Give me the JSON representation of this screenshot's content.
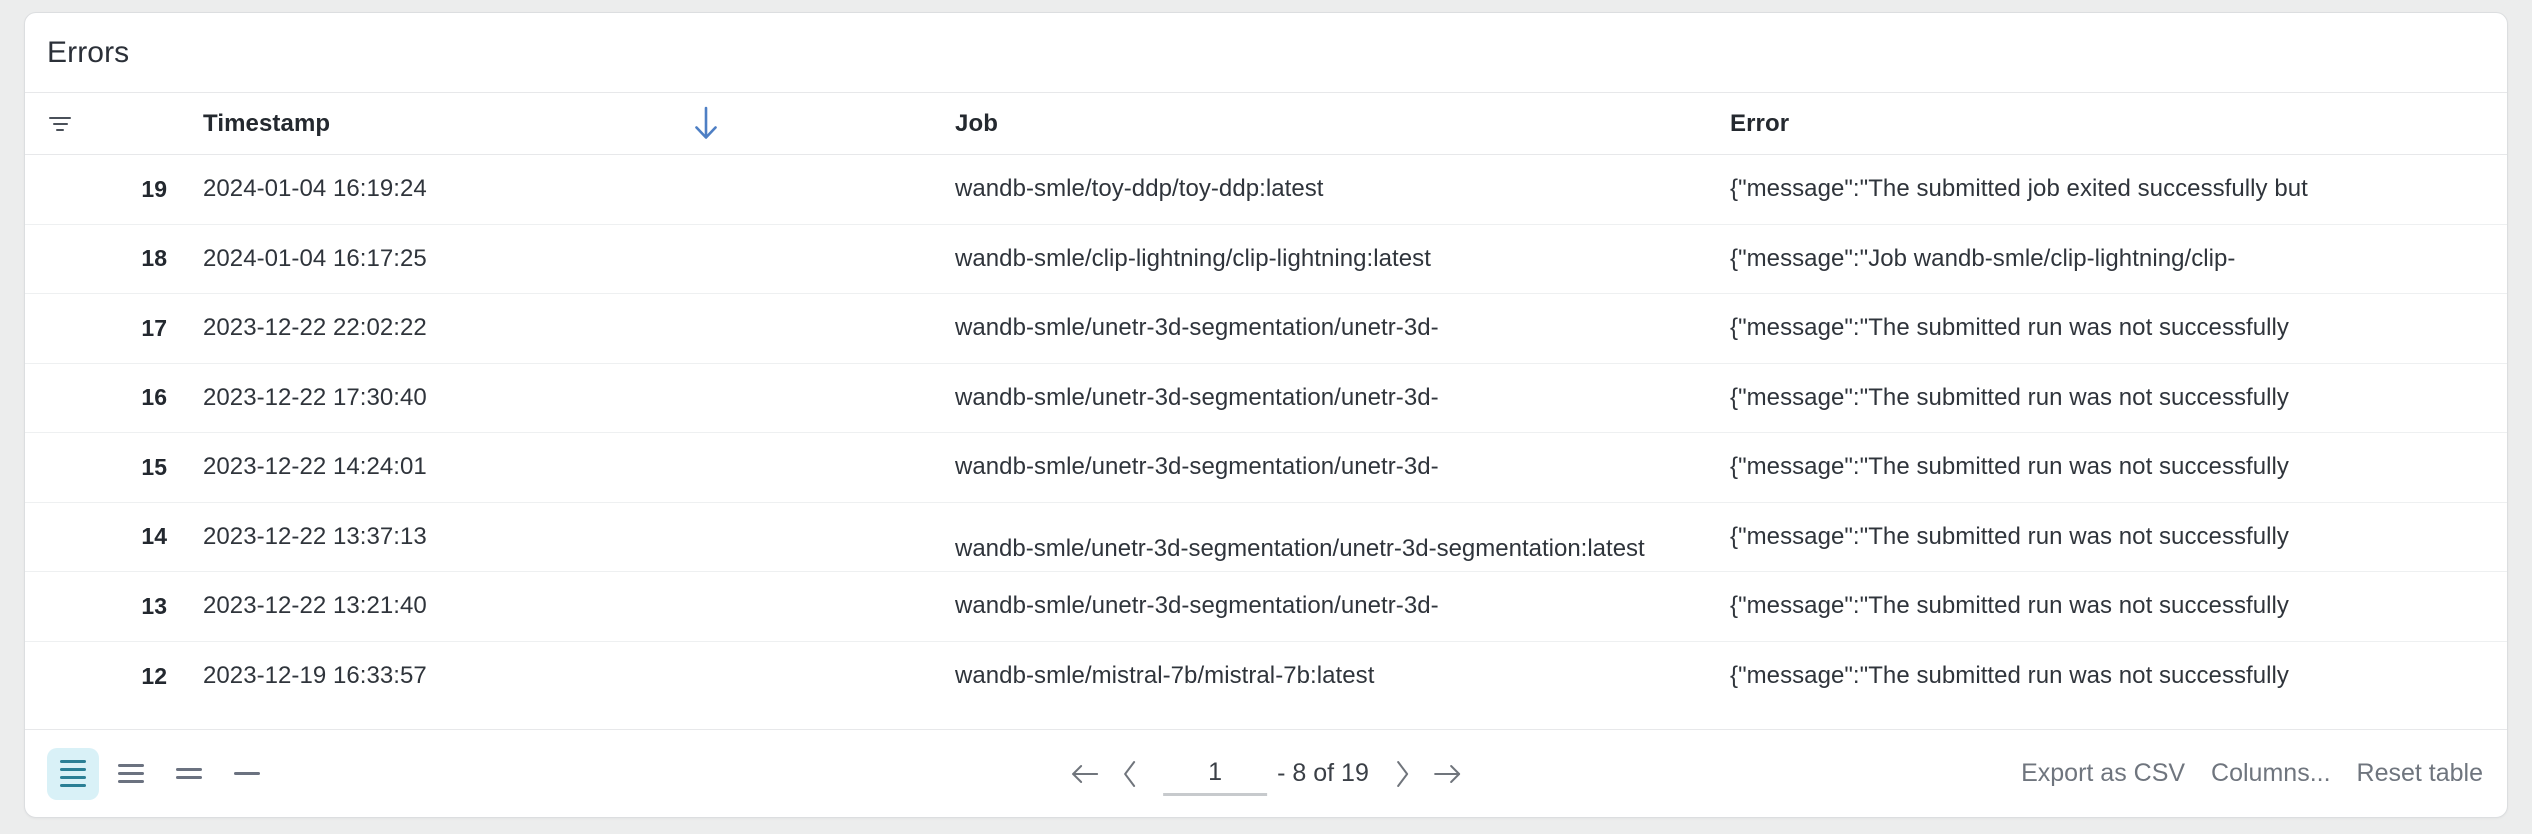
{
  "card": {
    "title": "Errors"
  },
  "table": {
    "filter_icon": "filter-icon",
    "sort": {
      "column": "Timestamp",
      "direction": "descending",
      "icon": "arrow-down-icon",
      "color": "#4e7fc4"
    },
    "columns": [
      {
        "key": "index",
        "label": ""
      },
      {
        "key": "timestamp",
        "label": "Timestamp"
      },
      {
        "key": "job",
        "label": "Job"
      },
      {
        "key": "error",
        "label": "Error"
      }
    ],
    "rows": [
      {
        "index": "19",
        "timestamp": "2024-01-04 16:19:24",
        "job": "wandb-smle/toy-ddp/toy-ddp:latest",
        "error": "{\"message\":\"The submitted job exited successfully but",
        "wrapped": false
      },
      {
        "index": "18",
        "timestamp": "2024-01-04 16:17:25",
        "job": "wandb-smle/clip-lightning/clip-lightning:latest",
        "error": "{\"message\":\"Job wandb-smle/clip-lightning/clip-",
        "wrapped": false
      },
      {
        "index": "17",
        "timestamp": "2023-12-22 22:02:22",
        "job": "wandb-smle/unetr-3d-segmentation/unetr-3d-",
        "error": "{\"message\":\"The submitted run was not successfully",
        "wrapped": false
      },
      {
        "index": "16",
        "timestamp": "2023-12-22 17:30:40",
        "job": "wandb-smle/unetr-3d-segmentation/unetr-3d-",
        "error": "{\"message\":\"The submitted run was not successfully",
        "wrapped": false
      },
      {
        "index": "15",
        "timestamp": "2023-12-22 14:24:01",
        "job": "wandb-smle/unetr-3d-segmentation/unetr-3d-",
        "error": "{\"message\":\"The submitted run was not successfully",
        "wrapped": false
      },
      {
        "index": "14",
        "timestamp": "2023-12-22 13:37:13",
        "job": "wandb-smle/unetr-3d-segmentation/unetr-3d-segmentation:latest",
        "error": "{\"message\":\"The submitted run was not successfully",
        "wrapped": true
      },
      {
        "index": "13",
        "timestamp": "2023-12-22 13:21:40",
        "job": "wandb-smle/unetr-3d-segmentation/unetr-3d-",
        "error": "{\"message\":\"The submitted run was not successfully",
        "wrapped": false
      },
      {
        "index": "12",
        "timestamp": "2023-12-19 16:33:57",
        "job": "wandb-smle/mistral-7b/mistral-7b:latest",
        "error": "{\"message\":\"The submitted run was not successfully",
        "wrapped": false
      }
    ]
  },
  "footer": {
    "density": {
      "selected_index": 0,
      "options": [
        {
          "name": "density-comfortable",
          "lines": 4,
          "active": true
        },
        {
          "name": "density-standard",
          "lines": 3,
          "active": false
        },
        {
          "name": "density-compact",
          "lines": 2,
          "active": false
        },
        {
          "name": "density-single-line",
          "lines": 1,
          "active": false
        }
      ],
      "active_color": "#2a7f95",
      "active_bg": "#d9f1f7",
      "inactive_color": "#6b7280"
    },
    "pagination": {
      "first_icon": "arrow-left-icon",
      "prev_icon": "chevron-left-icon",
      "page_value": "1",
      "range_label": "- 8 of 19",
      "next_icon": "chevron-right-icon",
      "last_icon": "arrow-right-icon"
    },
    "actions": {
      "export_label": "Export as CSV",
      "columns_label": "Columns...",
      "reset_label": "Reset table"
    }
  }
}
